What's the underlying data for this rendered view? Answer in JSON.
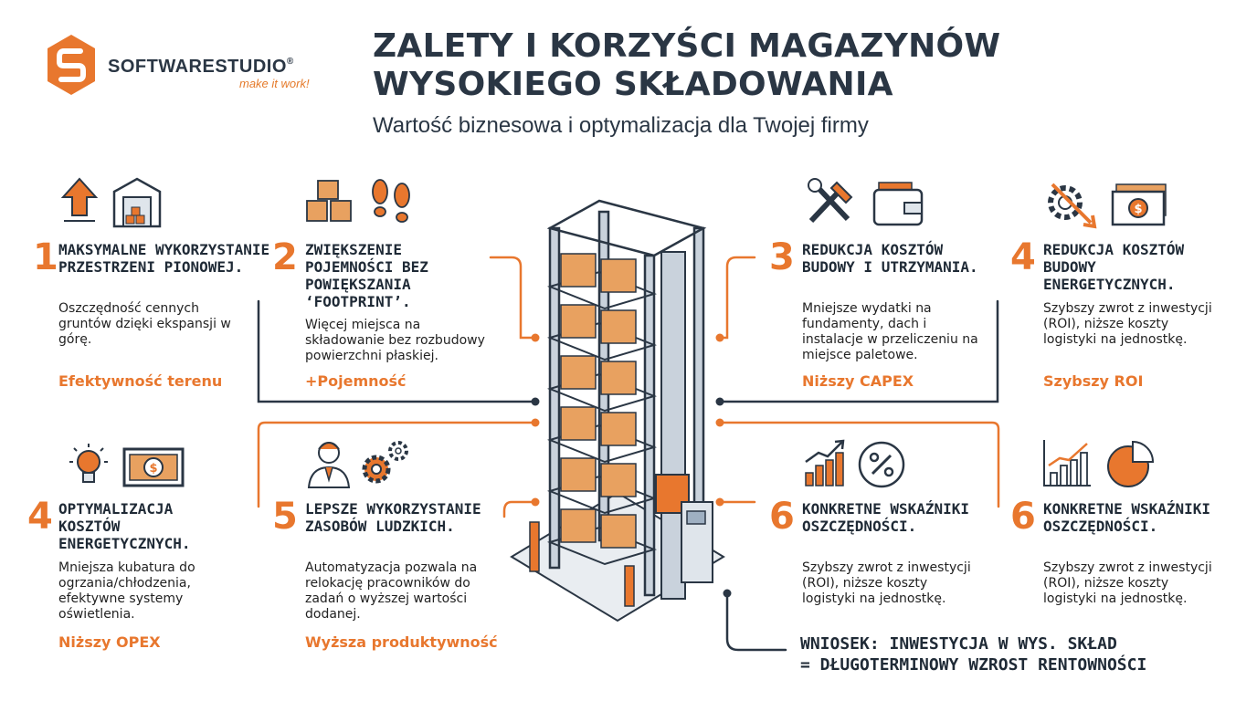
{
  "brand": {
    "name": "SOFTWARESTUDIO",
    "reg": "®",
    "tagline": "make it work!"
  },
  "title": "ZALETY I KORZYŚCI MAGAZYNÓW WYSOKIEGO SKŁADOWANIA",
  "subtitle": "Wartość biznesowa i optymalizacja dla Twojej firmy",
  "colors": {
    "accent": "#e8772e",
    "dark": "#2a3644"
  },
  "items": [
    {
      "num": "1",
      "heading": "MAKSYMALNE WYKORZYSTANIE PRZESTRZENI PIONOWEJ.",
      "body": "Oszczędność cennych gruntów dzięki ekspansji w górę.",
      "tag": "Efektywność terenu",
      "icons": [
        "arrow-up-icon",
        "warehouse-icon"
      ]
    },
    {
      "num": "2",
      "heading": "ZWIĘKSZENIE POJEMNOŚCI BEZ POWIĘKSZANIA ‘FOOTPRINT’.",
      "body": "Więcej miejsca na składowanie bez rozbudowy powierzchni płaskiej.",
      "tag": "+Pojemność",
      "icons": [
        "boxes-icon",
        "footprints-icon"
      ]
    },
    {
      "num": "3",
      "heading": "REDUKCJA KOSZTÓW BUDOWY I UTRZYMANIA.",
      "body": "Mniejsze wydatki na fundamenty, dach i instalacje w przeliczeniu na miejsce paletowe.",
      "tag": "Niższy CAPEX",
      "icons": [
        "tools-icon",
        "wallet-icon"
      ]
    },
    {
      "num": "4",
      "heading": "REDUKCJA KOSZTÓW BUDOWY ENERGETYCZNYCH.",
      "body": "Szybszy zwrot z inwestycji (ROI), niższe koszty logistyki na jednostkę.",
      "tag": "Szybszy ROI",
      "icons": [
        "gear-arrow-icon",
        "banknote-icon"
      ]
    },
    {
      "num": "4",
      "heading": "OPTYMALIZACJA KOSZTÓW ENERGETYCZNYCH.",
      "body": "Mniejsza kubatura do ogrzania/chłodzenia, efektywne systemy oświetlenia.",
      "tag": "Niższy OPEX",
      "icons": [
        "lightbulb-icon",
        "banknote-icon"
      ]
    },
    {
      "num": "5",
      "heading": "LEPSZE WYKORZYSTANIE ZASOBÓW LUDZKICH.",
      "body": "Automatyzacja pozwala na relokację pracowników do zadań o wyższej wartości dodanej.",
      "tag": "Wyższa produktywność",
      "icons": [
        "worker-icon",
        "gears-icon"
      ]
    },
    {
      "num": "6",
      "heading": "KONKRETNE WSKAŹNIKI OSZCZĘDNOŚCI.",
      "body": "Szybszy zwrot z inwestycji (ROI), niższe koszty logistyki na jednostkę.",
      "tag": "",
      "icons": [
        "bar-chart-icon",
        "percent-icon"
      ]
    },
    {
      "num": "6",
      "heading": "KONKRETNE WSKAŹNIKI OSZCZĘDNOŚCI.",
      "body": "Szybszy zwrot z inwestycji (ROI), niższe koszty logistyki na jednostkę.",
      "tag": "",
      "icons": [
        "bar-chart-icon",
        "pie-chart-icon"
      ]
    }
  ],
  "conclusion": {
    "line1": "WNIOSEK: INWESTYCJA W WYS. SKŁAD",
    "line2": "= DŁUGOTERMINOWY WZROST RENTOWNOŚCI"
  }
}
